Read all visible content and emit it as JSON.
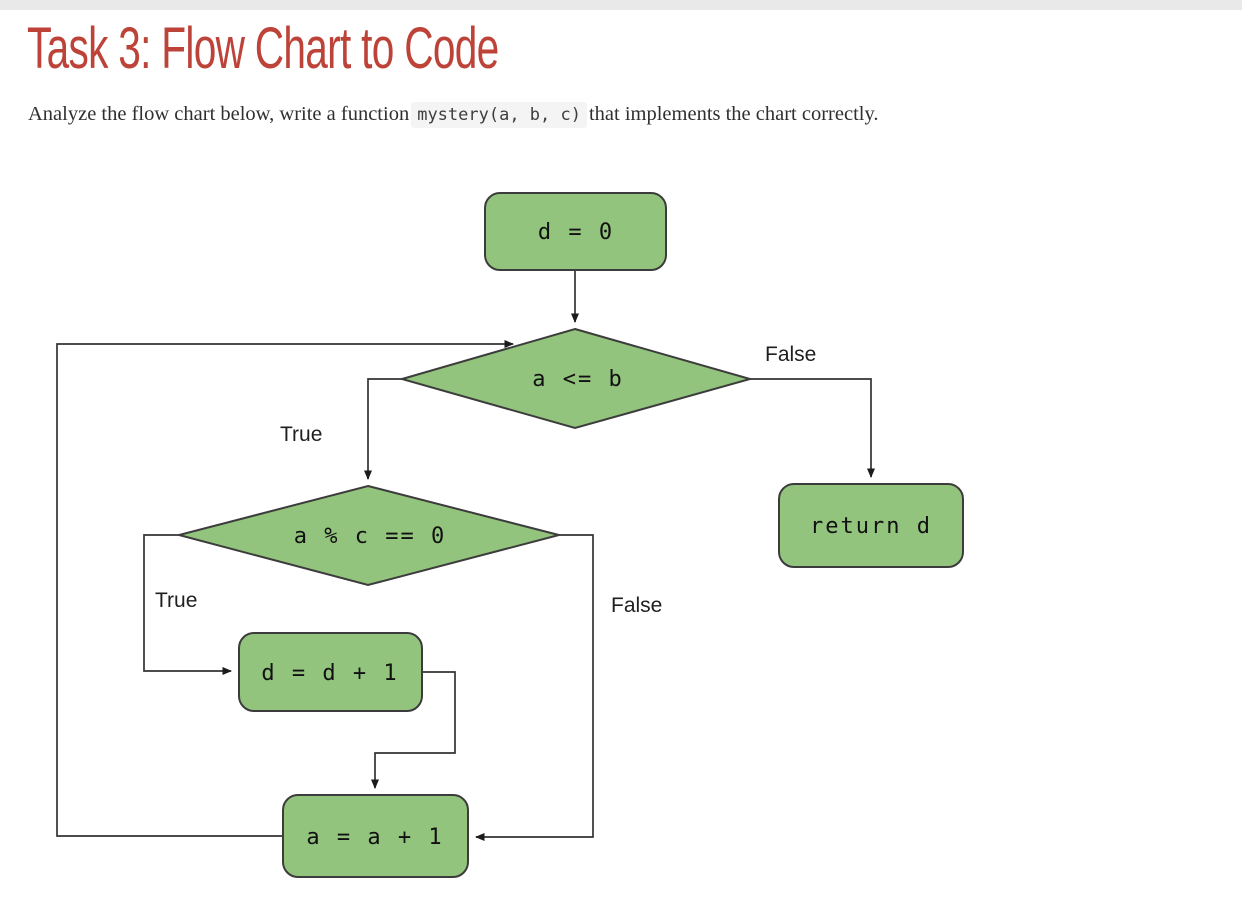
{
  "page": {
    "title": "Task 3: Flow Chart to Code",
    "intro": {
      "before": "Analyze the flow chart below, write a function",
      "code": "mystery(a, b, c)",
      "after": "that implements the chart correctly."
    }
  },
  "colors": {
    "title_red": "#bd4238",
    "node_fill": "#93c47d",
    "node_border": "#3c3c3c",
    "connector": "#333333",
    "code_bg": "#f4f4f4"
  },
  "flowchart": {
    "nodes": {
      "init": "d = 0",
      "outer_condition": "a <= b",
      "inner_condition": "a % c == 0",
      "increment_d": "d = d + 1",
      "increment_a": "a = a + 1",
      "return_d": "return d"
    },
    "labels": {
      "outer_true": "True",
      "outer_false": "False",
      "inner_true": "True",
      "inner_false": "False"
    }
  }
}
